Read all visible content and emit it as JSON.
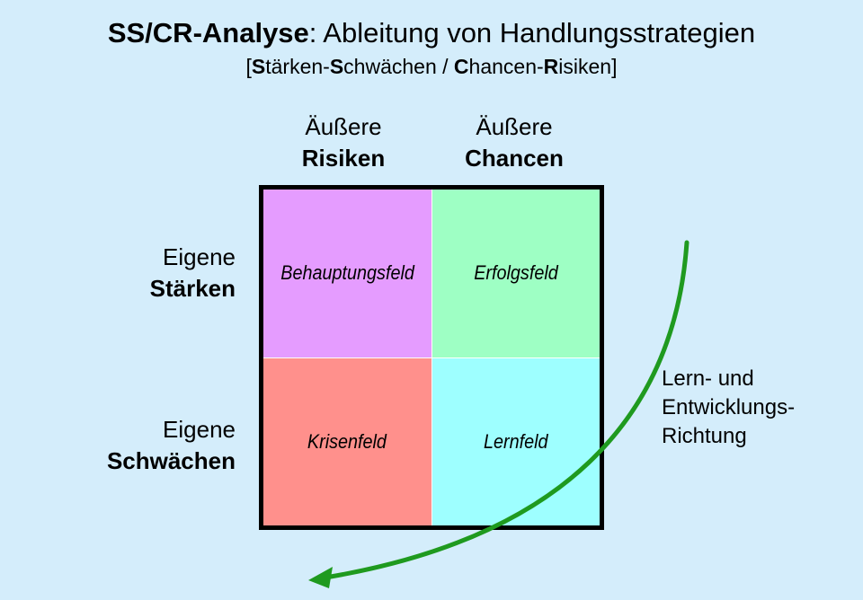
{
  "title": {
    "bold": "SS/CR-Analyse",
    "rest": ": Ableitung von Handlungsstrategien"
  },
  "subtitle": {
    "open": "[",
    "s1": "S",
    "t1": "tärken-",
    "s2": "S",
    "t2": "chwächen / ",
    "c": "C",
    "t3": "hancen-",
    "r": "R",
    "t4": "isiken]"
  },
  "columns": [
    {
      "line1": "Äußere",
      "line2": "Risiken"
    },
    {
      "line1": "Äußere",
      "line2": "Chancen"
    }
  ],
  "rows": [
    {
      "line1": "Eigene",
      "line2": "Stärken"
    },
    {
      "line1": "Eigene",
      "line2": "Schwächen"
    }
  ],
  "cells": {
    "top_left": "Behauptungsfeld",
    "top_right": "Erfolgsfeld",
    "bottom_left": "Krisenfeld",
    "bottom_right": "Lernfeld"
  },
  "colors": {
    "background": "#d4edfb",
    "behauptungsfeld": "#e59cff",
    "erfolgsfeld": "#9effc4",
    "krisenfeld": "#ff908c",
    "lernfeld": "#9effff",
    "arrow": "#1f9a1f"
  },
  "arrow_label": {
    "line1": "Lern- und",
    "line2": "Entwicklungs-",
    "line3": "Richtung"
  }
}
